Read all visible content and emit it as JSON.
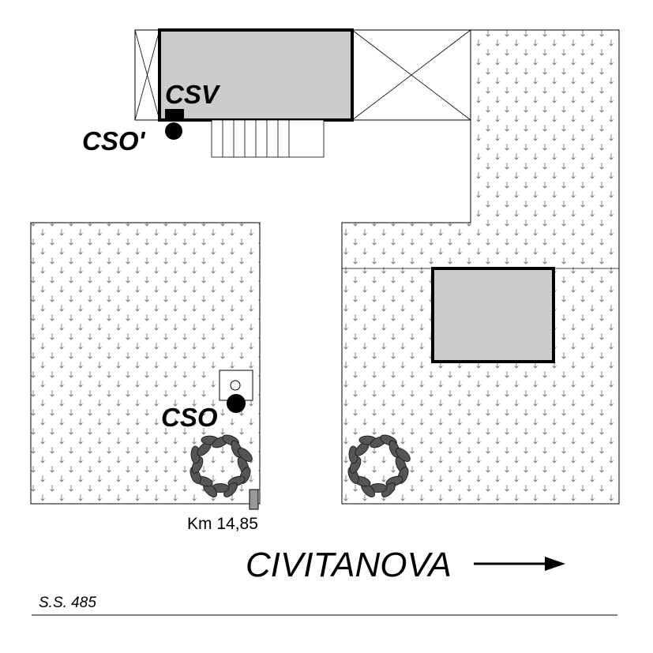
{
  "labels": {
    "csv": "CSV",
    "cso_prime": "CSO'",
    "cso": "CSO",
    "km_marker": "Km 14,85",
    "direction": "CIVITANOVA",
    "road": "S.S. 485"
  },
  "colors": {
    "building_fill": "#cccccc",
    "outline": "#000000",
    "hatch_symbol": "#808080",
    "tree_fill": "#555555",
    "road_line": "#555555"
  },
  "icons": {
    "direction_arrow": "arrow-right-icon",
    "tree": "tree-icon",
    "manhole": "manhole-icon",
    "km_post": "km-post-icon"
  }
}
